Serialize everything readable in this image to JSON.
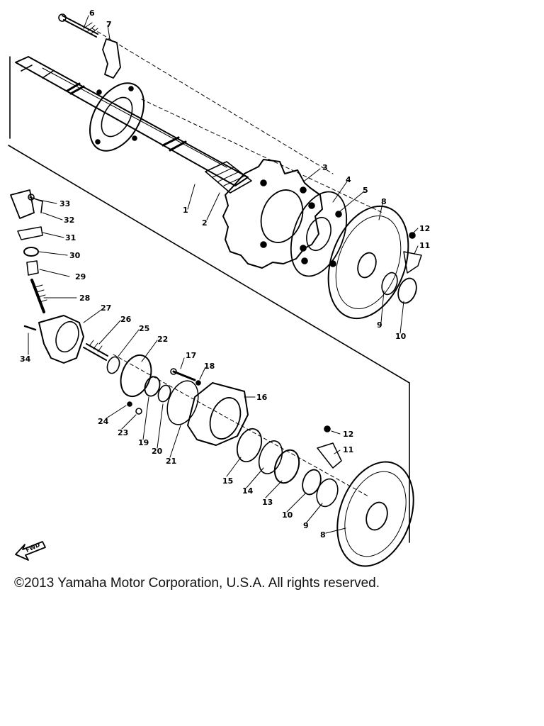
{
  "diagram": {
    "part_callouts": [
      {
        "id": "p1",
        "label": "1"
      },
      {
        "id": "p2",
        "label": "2"
      },
      {
        "id": "p3",
        "label": "3"
      },
      {
        "id": "p4",
        "label": "4"
      },
      {
        "id": "p5",
        "label": "5"
      },
      {
        "id": "p6",
        "label": "6"
      },
      {
        "id": "p7",
        "label": "7"
      },
      {
        "id": "p8a",
        "label": "8"
      },
      {
        "id": "p9a",
        "label": "9"
      },
      {
        "id": "p10a",
        "label": "10"
      },
      {
        "id": "p11a",
        "label": "11"
      },
      {
        "id": "p12a",
        "label": "12"
      },
      {
        "id": "p8b",
        "label": "8"
      },
      {
        "id": "p9b",
        "label": "9"
      },
      {
        "id": "p10b",
        "label": "10"
      },
      {
        "id": "p11b",
        "label": "11"
      },
      {
        "id": "p12b",
        "label": "12"
      },
      {
        "id": "p13",
        "label": "13"
      },
      {
        "id": "p14",
        "label": "14"
      },
      {
        "id": "p15",
        "label": "15"
      },
      {
        "id": "p16",
        "label": "16"
      },
      {
        "id": "p17",
        "label": "17"
      },
      {
        "id": "p18",
        "label": "18"
      },
      {
        "id": "p19",
        "label": "19"
      },
      {
        "id": "p20",
        "label": "20"
      },
      {
        "id": "p21",
        "label": "21"
      },
      {
        "id": "p22",
        "label": "22"
      },
      {
        "id": "p23",
        "label": "23"
      },
      {
        "id": "p24",
        "label": "24"
      },
      {
        "id": "p25",
        "label": "25"
      },
      {
        "id": "p26",
        "label": "26"
      },
      {
        "id": "p27",
        "label": "27"
      },
      {
        "id": "p28",
        "label": "28"
      },
      {
        "id": "p29",
        "label": "29"
      },
      {
        "id": "p30",
        "label": "30"
      },
      {
        "id": "p31",
        "label": "31"
      },
      {
        "id": "p32",
        "label": "32"
      },
      {
        "id": "p33",
        "label": "33"
      },
      {
        "id": "p34",
        "label": "34"
      }
    ],
    "fwd_label": "FWD",
    "copyright": "©2013 Yamaha Motor Corporation, U.S.A. All rights reserved."
  }
}
